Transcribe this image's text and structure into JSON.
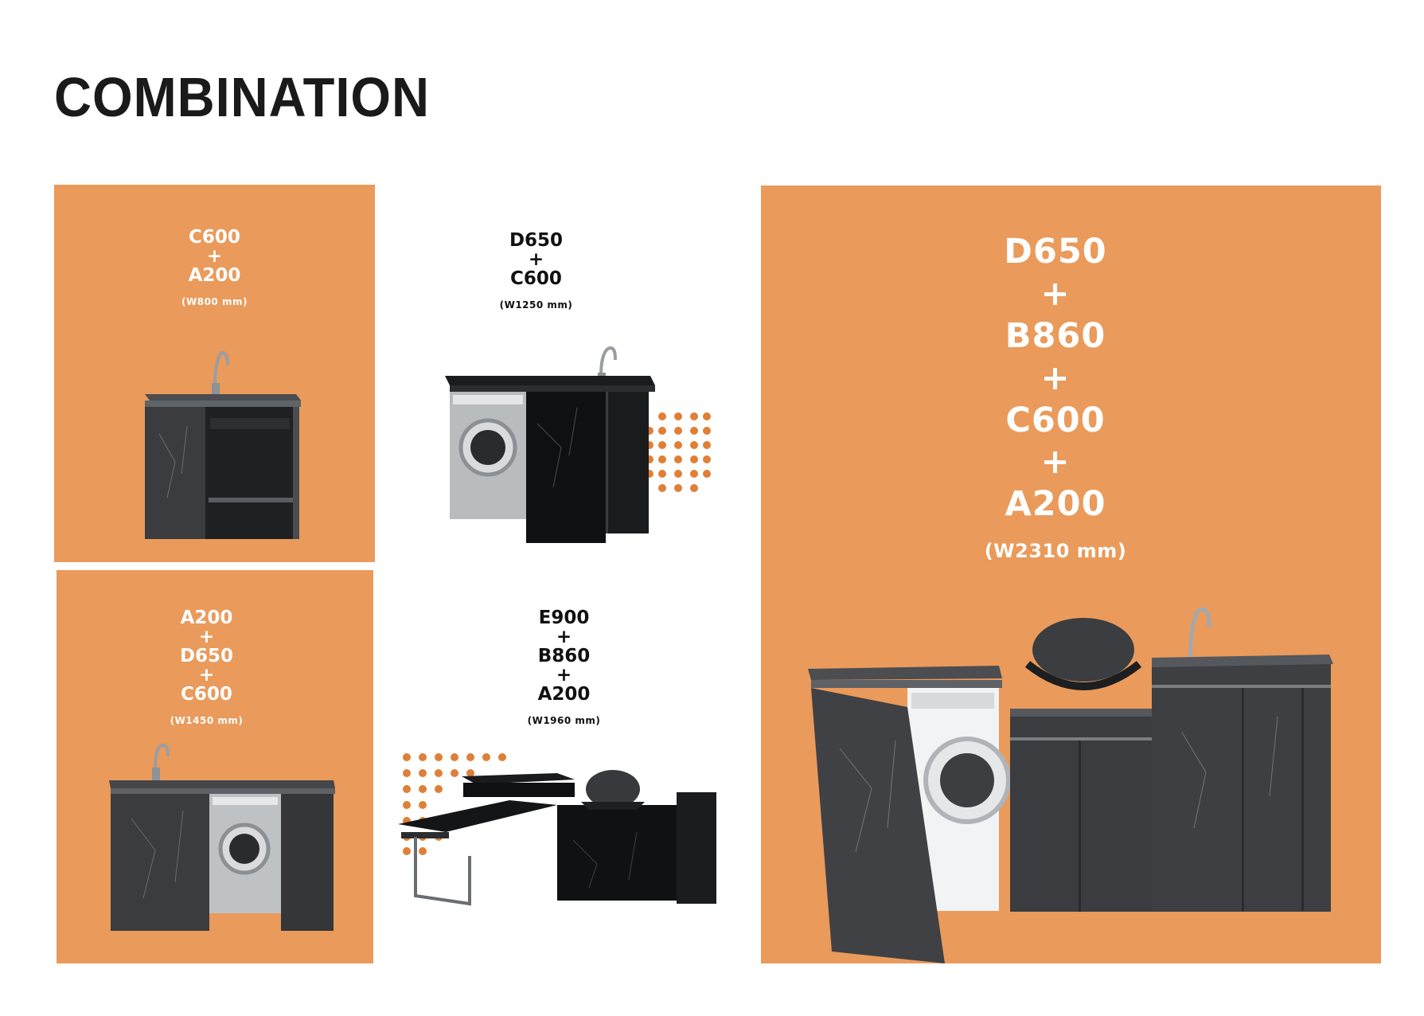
{
  "page": {
    "title": "COMBINATION",
    "colors": {
      "accent": "#ea9a5a",
      "dark": "#1a1a1a",
      "cabinet": "#3a3c3f"
    }
  },
  "combos": [
    {
      "lines": [
        "C600",
        "+",
        "A200"
      ],
      "width": "(W800 mm)"
    },
    {
      "lines": [
        "D650",
        "+",
        "C600"
      ],
      "width": "(W1250 mm)"
    },
    {
      "lines": [
        "A200",
        "+",
        "D650",
        "+",
        "C600"
      ],
      "width": "(W1450 mm)"
    },
    {
      "lines": [
        "E900",
        "+",
        "B860",
        "+",
        "A200"
      ],
      "width": "(W1960 mm)"
    },
    {
      "lines": [
        "D650",
        "+",
        "B860",
        "+",
        "C600",
        "+",
        "A200"
      ],
      "width": "(W2310 mm)"
    }
  ]
}
